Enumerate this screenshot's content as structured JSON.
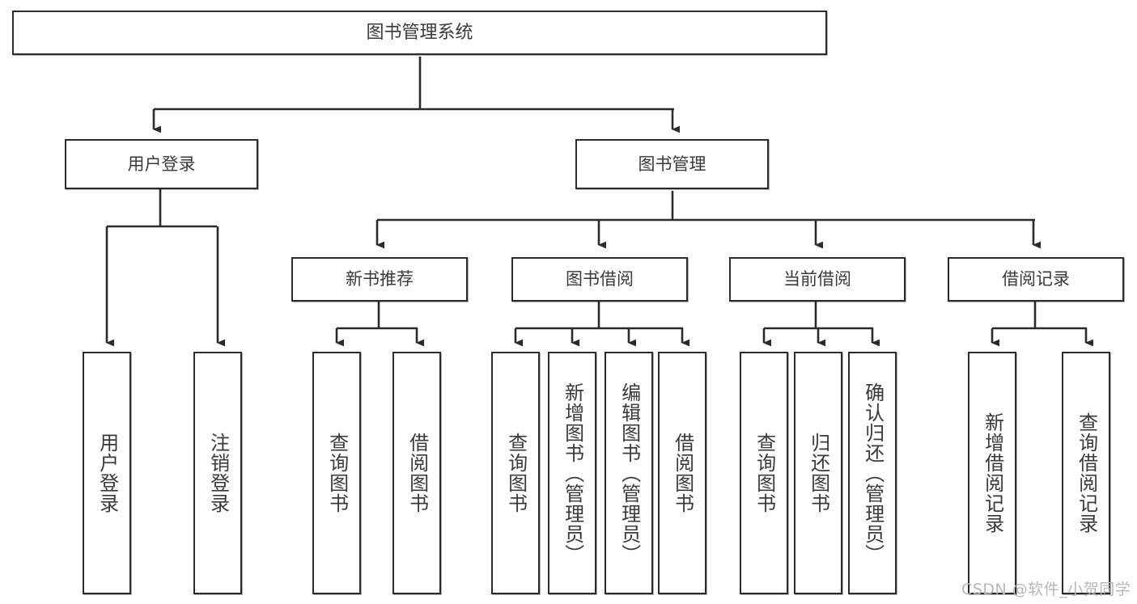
{
  "diagram": {
    "title": "图书管理系统",
    "type": "hierarchy-tree",
    "watermark": "CSDN @软件_小贺同学",
    "colors": {
      "box_border": "#2b2b2b",
      "box_fill": "#ffffff",
      "text": "#3a3a3a",
      "edge": "#2b2b2b",
      "watermark": "#b8b8b8"
    },
    "levels": {
      "level1": [
        "图书管理系统"
      ],
      "level2": [
        "用户登录",
        "图书管理"
      ],
      "level3": [
        "新书推荐",
        "图书借阅",
        "当前借阅",
        "借阅记录"
      ],
      "level4": [
        "用户登录",
        "注销登录",
        "查询图书",
        "借阅图书",
        "查询图书",
        "新增图书（管理员）",
        "编辑图书（管理员）",
        "借阅图书",
        "查询图书",
        "归还图书",
        "确认归还（管理员）",
        "新增借阅记录",
        "查询借阅记录"
      ]
    },
    "nodes": {
      "root": {
        "label": "图书管理系统"
      },
      "user_login": {
        "label": "用户登录"
      },
      "book_manage": {
        "label": "图书管理"
      },
      "new_book_rec": {
        "label": "新书推荐"
      },
      "book_borrow": {
        "label": "图书借阅"
      },
      "current_borrow": {
        "label": "当前借阅"
      },
      "borrow_record": {
        "label": "借阅记录"
      },
      "leaf_user_login": {
        "label": "用户登录"
      },
      "leaf_logout": {
        "label": "注销登录"
      },
      "leaf_query_book_1": {
        "label": "查询图书"
      },
      "leaf_borrow_book_1": {
        "label": "借阅图书"
      },
      "leaf_query_book_2": {
        "label": "查询图书"
      },
      "leaf_add_book": {
        "label": "新增图书（管理员）"
      },
      "leaf_edit_book": {
        "label": "编辑图书（管理员）"
      },
      "leaf_borrow_book_2": {
        "label": "借阅图书"
      },
      "leaf_query_book_3": {
        "label": "查询图书"
      },
      "leaf_return_book": {
        "label": "归还图书"
      },
      "leaf_confirm_return": {
        "label": "确认归还（管理员）"
      },
      "leaf_add_record": {
        "label": "新增借阅记录"
      },
      "leaf_query_record": {
        "label": "查询借阅记录"
      }
    }
  }
}
